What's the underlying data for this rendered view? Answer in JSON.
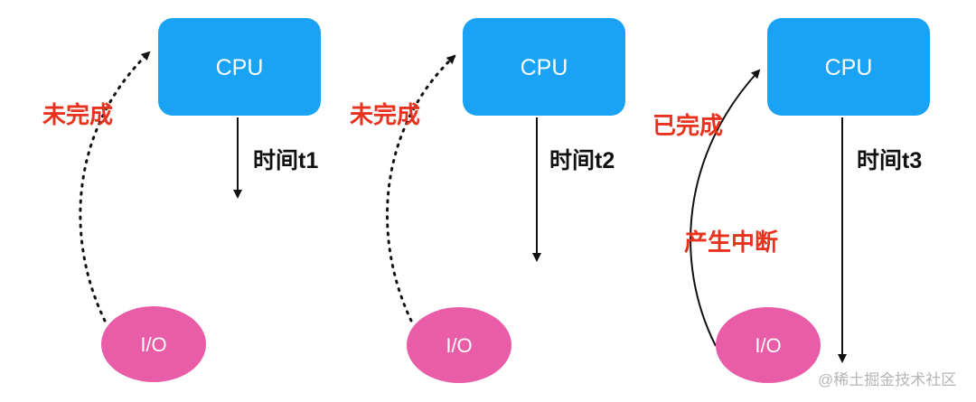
{
  "colors": {
    "cpu": "#1aa3f5",
    "io": "#e85ca8",
    "status": "#e8321e"
  },
  "panels": [
    {
      "cpu_label": "CPU",
      "io_label": "I/O",
      "time_label": "时间t1",
      "status_label": "未完成"
    },
    {
      "cpu_label": "CPU",
      "io_label": "I/O",
      "time_label": "时间t2",
      "status_label": "未完成"
    },
    {
      "cpu_label": "CPU",
      "io_label": "I/O",
      "time_label": "时间t3",
      "status_label": "已完成",
      "interrupt_label": "产生中断"
    }
  ],
  "watermark": "@稀土掘金技术社区"
}
